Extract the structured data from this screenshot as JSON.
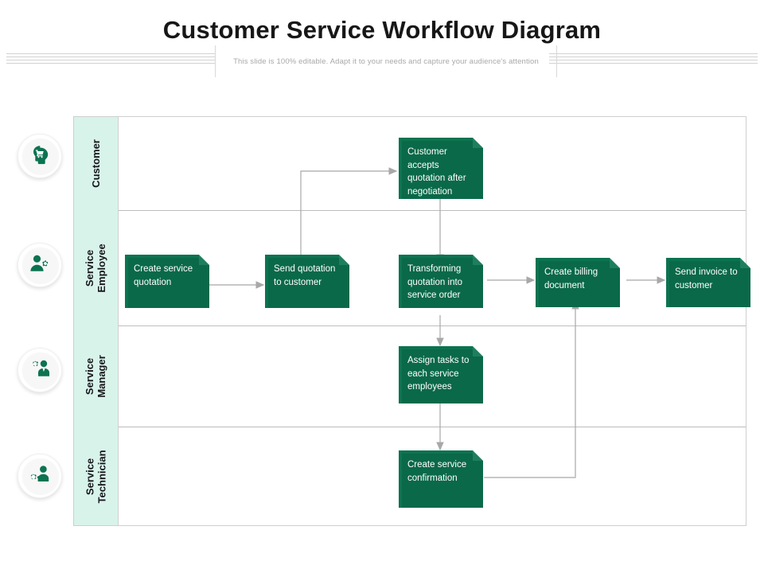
{
  "slide": {
    "title": "Customer Service Workflow Diagram",
    "subtitle": "This slide is 100% editable. Adapt it to your needs and capture your audience's attention"
  },
  "theme": {
    "box_fill": "#0c7350",
    "box_text": "#ffffff",
    "lane_label_bg": "#d8f3ea",
    "lane_label_text": "#16161a",
    "frame_border": "#cfcfcf",
    "connector": "#a6a6a6",
    "title_color": "#171717",
    "subtitle_color": "#a8a8a8"
  },
  "personas": [
    {
      "icon": "customer-head-cart-icon",
      "lane": "Customer"
    },
    {
      "icon": "person-gear-icon",
      "lane": "Service Employee"
    },
    {
      "icon": "gear-manager-icon",
      "lane": "Service Manager"
    },
    {
      "icon": "technician-wrench-gear-icon",
      "lane": "Service Technician"
    }
  ],
  "lanes": [
    {
      "label": "Customer",
      "label_line1": "Customer",
      "label_line2": ""
    },
    {
      "label": "Service Employee",
      "label_line1": "Service",
      "label_line2": "Employee"
    },
    {
      "label": "Service Manager",
      "label_line1": "Service",
      "label_line2": "Manager"
    },
    {
      "label": "Service Technician",
      "label_line1": "Service",
      "label_line2": "Technician"
    }
  ],
  "nodes": [
    {
      "id": "n1",
      "lane": "Customer",
      "text": "Customer accepts quotation after negotiation"
    },
    {
      "id": "n2",
      "lane": "Service Employee",
      "text": "Create service quotation"
    },
    {
      "id": "n3",
      "lane": "Service Employee",
      "text": "Send quotation to customer"
    },
    {
      "id": "n4",
      "lane": "Service Employee",
      "text": "Transforming quotation into service order"
    },
    {
      "id": "n5",
      "lane": "Service Employee",
      "text": "Create billing document"
    },
    {
      "id": "n6",
      "lane": "Service Employee",
      "text": "Send invoice to customer"
    },
    {
      "id": "n7",
      "lane": "Service Manager",
      "text": "Assign tasks to each service employees"
    },
    {
      "id": "n8",
      "lane": "Service Technician",
      "text": "Create service confirmation"
    }
  ],
  "connections": [
    {
      "from": "n2",
      "to": "n3",
      "kind": "horizontal"
    },
    {
      "from": "n3",
      "to": "n1",
      "kind": "up-then-right"
    },
    {
      "from": "n1",
      "to": "n4",
      "kind": "vertical-down"
    },
    {
      "from": "n4",
      "to": "n5",
      "kind": "horizontal"
    },
    {
      "from": "n5",
      "to": "n6",
      "kind": "horizontal"
    },
    {
      "from": "n4",
      "to": "n7",
      "kind": "vertical-down"
    },
    {
      "from": "n7",
      "to": "n8",
      "kind": "vertical-down"
    },
    {
      "from": "n8",
      "to": "n5",
      "kind": "right-then-up"
    }
  ]
}
